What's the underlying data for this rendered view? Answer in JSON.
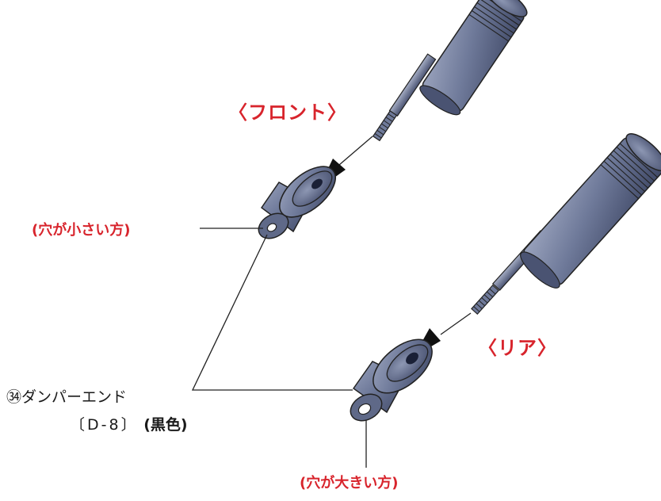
{
  "labels": {
    "front": "〈フロント〉",
    "rear": "〈リア〉",
    "small_hole": "(穴が小さい方)",
    "large_hole": "(穴が大きい方)",
    "part_name": "㉞ダンパーエンド",
    "part_code": "〔D-8〕",
    "part_color": "(黒色)"
  },
  "colors": {
    "label_red": "#d8242c",
    "metal_blue": "#6f7a9a",
    "metal_dark": "#3f4866",
    "line": "#1a1a1a"
  }
}
